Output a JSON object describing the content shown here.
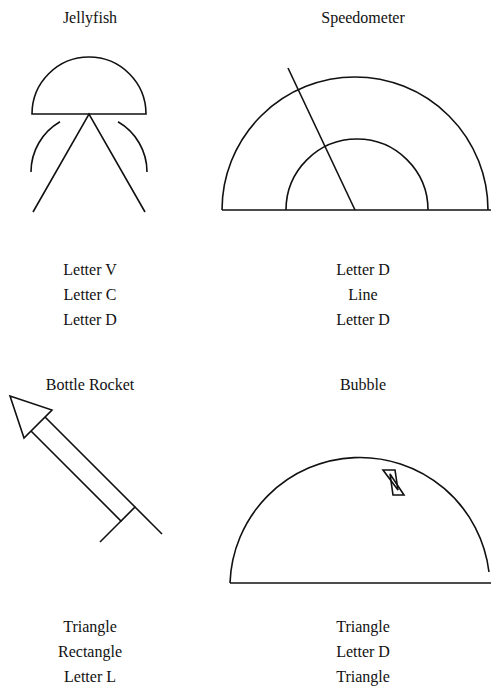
{
  "diagram": {
    "labels": [
      "Jellyfish",
      "Speedometer",
      "Letter V",
      "Letter C",
      "Letter D",
      "Letter D",
      "Line",
      "Letter D",
      "Bottle Rocket",
      "Bubble",
      "Triangle",
      "Rectangle",
      "Letter L",
      "Triangle",
      "Letter D",
      "Triangle"
    ]
  }
}
